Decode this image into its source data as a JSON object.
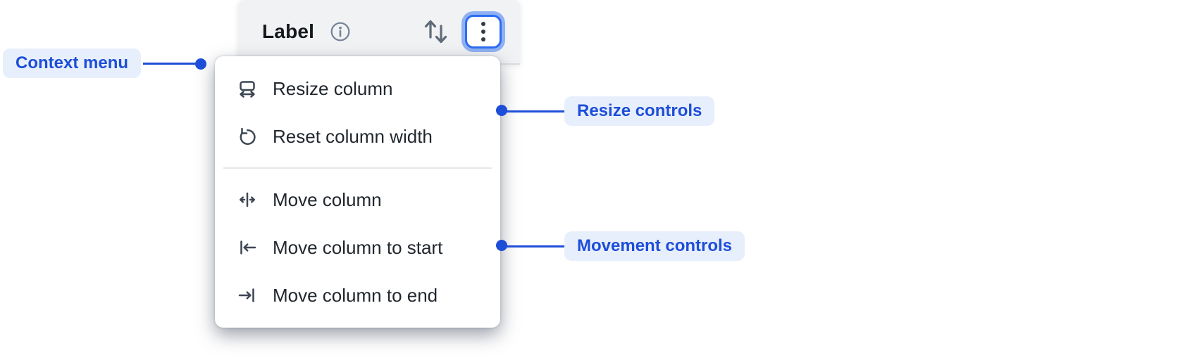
{
  "accent": {
    "annotation_blue": "#1d4ed8",
    "annotation_pill_bg": "#e8effc",
    "focus_border_blue": "#2c6cf1",
    "focus_ring_blue": "#8fb1f3",
    "header_bg": "#f1f2f4",
    "icon_gray": "#3d4653"
  },
  "header": {
    "title": "Label",
    "icons": {
      "info": "info-icon",
      "sort": "sort-arrows-icon",
      "more": "more-vertical-icon"
    }
  },
  "menu": {
    "groups": [
      {
        "name": "resize",
        "items": [
          {
            "icon": "resize-column-icon",
            "label": "Resize column"
          },
          {
            "icon": "reset-column-width-icon",
            "label": "Reset column width"
          }
        ]
      },
      {
        "name": "movement",
        "items": [
          {
            "icon": "move-column-icon",
            "label": "Move column"
          },
          {
            "icon": "move-column-to-start-icon",
            "label": "Move column to start"
          },
          {
            "icon": "move-column-to-end-icon",
            "label": "Move column to end"
          }
        ]
      }
    ]
  },
  "annotations": [
    {
      "label": "Context menu"
    },
    {
      "label": "Resize controls"
    },
    {
      "label": "Movement controls"
    }
  ]
}
